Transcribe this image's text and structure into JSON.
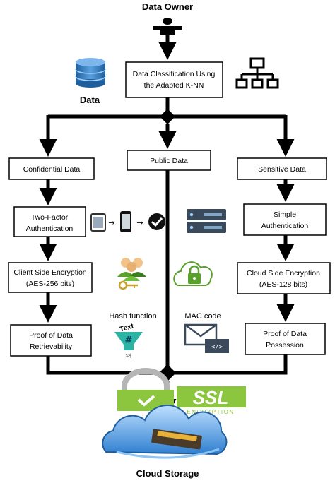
{
  "top_label": "Data Owner",
  "bottom_label": "Cloud Storage",
  "data_label": "Data",
  "classification": {
    "line1": "Data Classification Using",
    "line2": "the Adapted K-NN"
  },
  "branches": {
    "left": {
      "title": "Confidential Data",
      "auth": [
        "Two-Factor",
        "Authentication"
      ],
      "encryption": [
        "Client Side Encryption",
        "(AES-256 bits)"
      ],
      "proof": [
        "Proof of Data",
        "Retrievability"
      ]
    },
    "middle": {
      "title": "Public Data"
    },
    "right": {
      "title": "Sensitive Data",
      "auth": [
        "Simple",
        "Authentication"
      ],
      "encryption": [
        "Cloud Side Encryption",
        "(AES-128 bits)"
      ],
      "proof": [
        "Proof of Data",
        "Possession"
      ]
    }
  },
  "hash_label": "Hash function",
  "mac_label": "MAC code",
  "hash_badge_text": "Text",
  "ssl_text": "SSL",
  "ssl_subtext": "ENCRYPTION",
  "colors": {
    "line": "#000000",
    "db_blue": "#2e75b6",
    "ssl_green": "#8cc63f",
    "cloud_blue": "#4a90d9",
    "server_dark": "#3b4a5a"
  }
}
